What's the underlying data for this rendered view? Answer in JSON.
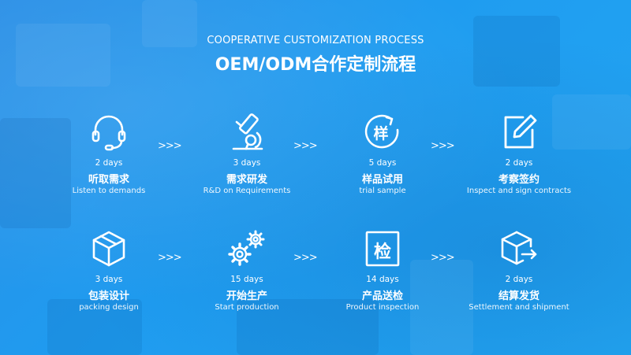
{
  "header": {
    "subtitle": "COOPERATIVE CUSTOMIZATION PROCESS",
    "title": "OEM/ODM合作定制流程"
  },
  "arrow_glyph": ">>>",
  "steps": [
    {
      "icon": "headset-icon",
      "days": "2 days",
      "cn": "听取需求",
      "en": "Listen to demands"
    },
    {
      "icon": "microscope-icon",
      "days": "3 days",
      "cn": "需求研发",
      "en": "R&D on Requirements"
    },
    {
      "icon": "sample-icon",
      "days": "5 days",
      "cn": "样品试用",
      "en": "trial sample",
      "glyph": "样"
    },
    {
      "icon": "edit-icon",
      "days": "2 days",
      "cn": "考察签约",
      "en": "Inspect and sign contracts"
    },
    {
      "icon": "box-icon",
      "days": "3 days",
      "cn": "包装设计",
      "en": "packing design"
    },
    {
      "icon": "gears-icon",
      "days": "15 days",
      "cn": "开始生产",
      "en": "Start production"
    },
    {
      "icon": "inspection-icon",
      "days": "14 days",
      "cn": "产品送检",
      "en": "Product inspection",
      "glyph": "检"
    },
    {
      "icon": "shipment-icon",
      "days": "2 days",
      "cn": "结算发货",
      "en": "Settlement and shipment"
    }
  ],
  "colors": {
    "background": "#1f9cf0",
    "foreground": "#ffffff"
  }
}
